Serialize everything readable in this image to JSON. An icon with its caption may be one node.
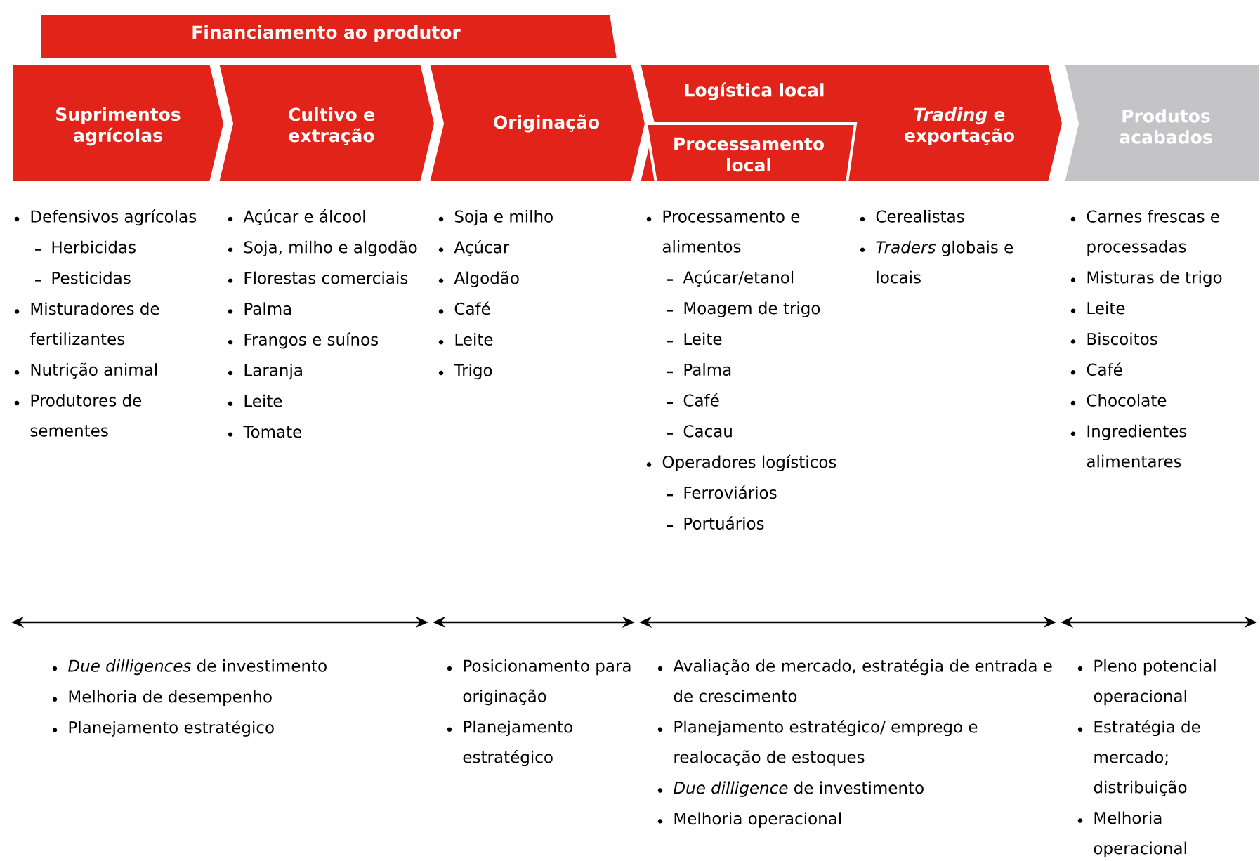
{
  "diagram": {
    "nodes": [
      {
        "text": [
          "Financiamento ao produtor"
        ]
      },
      {
        "text": [
          "Suprimentos agrícolas"
        ]
      },
      {
        "text": [
          "Cultivo e extração"
        ]
      },
      {
        "text": [
          "Originação"
        ]
      },
      {
        "text": [
          "Logística local",
          "*Trading* e exportação"
        ]
      },
      {
        "text": [
          "Processamento local"
        ],
        "in": 4
      },
      {
        "text": [
          "Produtos acabados"
        ]
      }
    ],
    "edges": [],
    "labels": [
      "Defensivos agrícolas",
      "Herbicidas",
      "Pesticidas",
      "Misturadores de fertilizantes",
      "Nutrição animal",
      "Produtores de sementes",
      "Açúcar e álcool",
      "Soja, milho e algodão",
      "Florestas comerciais",
      "Palma",
      "Frangos e suínos",
      "Laranja",
      "Leite",
      "Tomate",
      "Soja e milho",
      "Açúcar",
      "Algodão",
      "Café",
      "Leite",
      "Trigo",
      "Processamento e alimentos",
      "Açúcar/etanol",
      "Moagem de trigo",
      "Leite",
      "Palma",
      "Café",
      "Cacau",
      "Operadores logísticos",
      "Ferroviários",
      "Portuários",
      "Cerealistas",
      "*Traders* globais e locais",
      "Carnes frescas e processadas",
      "Misturas de trigo",
      "Leite",
      "Biscoitos",
      "Café",
      "Chocolate",
      "Ingredientes alimentares",
      "*Due dilligences* de investimento",
      "Melhoria de desempenho",
      "Planejamento estratégico",
      "Posicionamento para originação",
      "Planejamento estratégico",
      "Avaliação de mercado, estratégia de entrada e de crescimento",
      "Planejamento estratégico/ emprego e realocação de estoques",
      "*Due dilligence* de investimento",
      "Melhoria operacional",
      "Pleno potencial operacional",
      "Estratégia de mercado; distribuição",
      "Melhoria operacional"
    ]
  }
}
